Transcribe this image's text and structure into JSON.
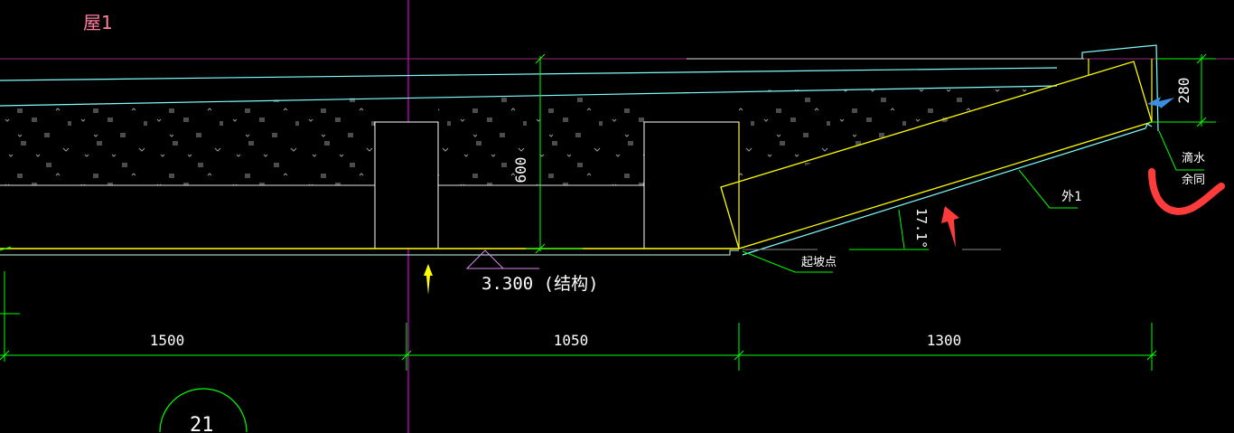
{
  "title_label": "屋1",
  "elevation_label": "3.300 (结构)",
  "dimensions": {
    "height_600": "600",
    "height_280": "280",
    "span_1": "1500",
    "span_2": "1050",
    "span_3": "1300"
  },
  "annotations": {
    "slope_start": "起坡点",
    "exterior": "外1",
    "drip_line1": "滴水",
    "drip_line2": "余同",
    "angle": "17.1°"
  },
  "axis_bubble": "21",
  "colors": {
    "background": "#000000",
    "yellow": "#ffff00",
    "cyan": "#7fffff",
    "green": "#00ff00",
    "magenta": "#ff00ff",
    "pink": "#ff7f9f",
    "red_mark": "#ff3b3b",
    "blue_mark": "#3a8fe0"
  }
}
